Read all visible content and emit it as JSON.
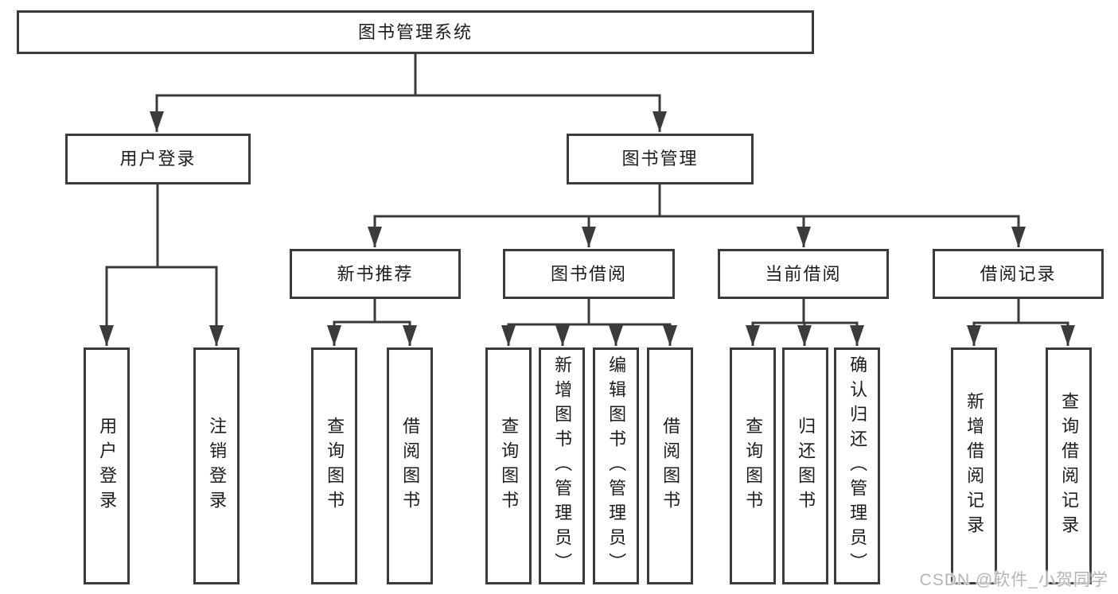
{
  "colors": {
    "line": "#3b3b3b",
    "text": "#1c1c1c",
    "watermark": "#b5b5b5",
    "background": "#ffffff"
  },
  "watermark": {
    "text": "CSDN @软件_小贺同学"
  },
  "tree": {
    "label": "图书管理系统",
    "children": [
      {
        "label": "用户登录",
        "children": [
          {
            "label": "用户登录"
          },
          {
            "label": "注销登录"
          }
        ]
      },
      {
        "label": "图书管理",
        "children": [
          {
            "label": "新书推荐",
            "children": [
              {
                "label": "查询图书"
              },
              {
                "label": "借阅图书"
              }
            ]
          },
          {
            "label": "图书借阅",
            "children": [
              {
                "label": "查询图书"
              },
              {
                "label": "新增图书（管理员）"
              },
              {
                "label": "编辑图书（管理员）"
              },
              {
                "label": "借阅图书"
              }
            ]
          },
          {
            "label": "当前借阅",
            "children": [
              {
                "label": "查询图书"
              },
              {
                "label": "归还图书"
              },
              {
                "label": "确认归还（管理员）"
              }
            ]
          },
          {
            "label": "借阅记录",
            "children": [
              {
                "label": "新增借阅记录"
              },
              {
                "label": "查询借阅记录"
              }
            ]
          }
        ]
      }
    ]
  }
}
